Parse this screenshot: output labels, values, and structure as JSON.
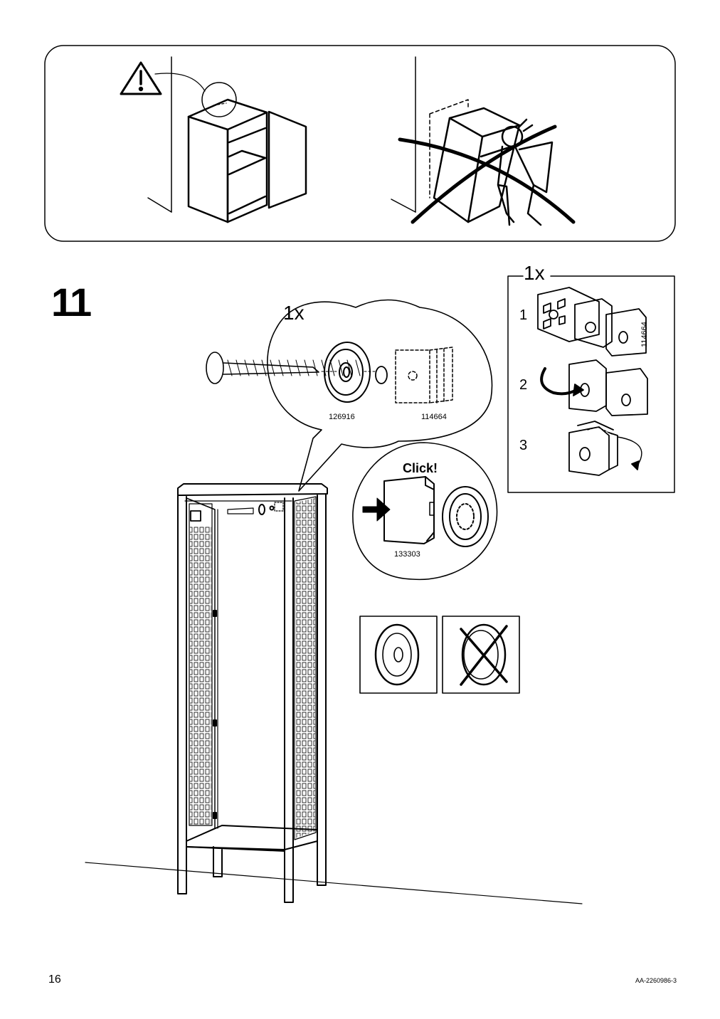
{
  "page": {
    "number": "16",
    "code": "AA-2260986-3"
  },
  "warning_panel": {
    "icons": [
      "warning-triangle-icon"
    ]
  },
  "step": {
    "number": "11"
  },
  "bubble_parts": {
    "quantity": "1x",
    "part_a": "126916",
    "part_b": "114664"
  },
  "click_bubble": {
    "text": "Click!",
    "part": "133303"
  },
  "sub_steps_box": {
    "quantity": "1x",
    "part": "114664",
    "steps": [
      "1",
      "2",
      "3"
    ]
  },
  "comparison": {
    "icons": [
      "correct-plug-icon",
      "wrong-plug-icon"
    ]
  }
}
